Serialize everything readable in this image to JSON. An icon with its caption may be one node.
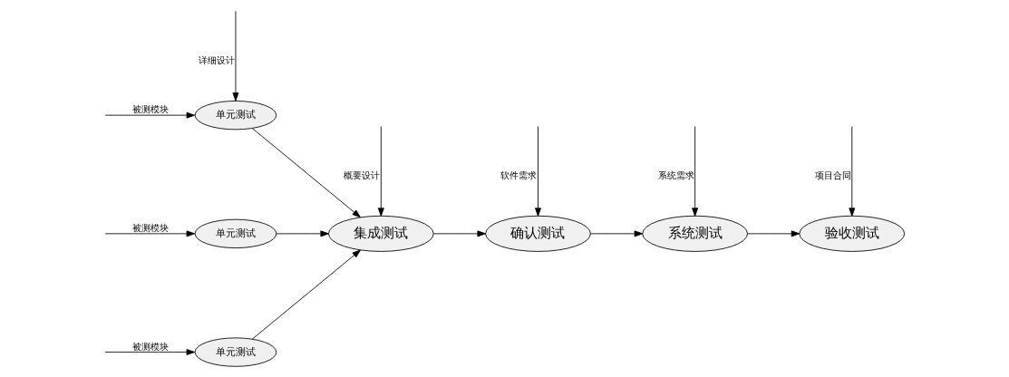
{
  "diagram": {
    "nodes": [
      {
        "text": [
          "单元测试"
        ]
      },
      {
        "text": [
          "单元测试"
        ]
      },
      {
        "text": [
          "单元测试"
        ]
      },
      {
        "text": [
          "集成测试"
        ]
      },
      {
        "text": [
          "确认测试"
        ]
      },
      {
        "text": [
          "系统测试"
        ]
      },
      {
        "text": [
          "验收测试"
        ]
      }
    ],
    "edges": [
      {
        "from": null,
        "to": 0,
        "arrow": "to",
        "label": "详细设计"
      },
      {
        "from": null,
        "to": 0,
        "arrow": "to",
        "label": "被测模块"
      },
      {
        "from": null,
        "to": 1,
        "arrow": "to",
        "label": "被测模块"
      },
      {
        "from": null,
        "to": 2,
        "arrow": "to",
        "label": "被测模块"
      },
      {
        "from": 0,
        "to": 3,
        "arrow": "to"
      },
      {
        "from": 1,
        "to": 3,
        "arrow": "to"
      },
      {
        "from": 2,
        "to": 3,
        "arrow": "to"
      },
      {
        "from": null,
        "to": 3,
        "arrow": "to",
        "label": "概要设计"
      },
      {
        "from": 3,
        "to": 4,
        "arrow": "to"
      },
      {
        "from": null,
        "to": 4,
        "arrow": "to",
        "label": "软件需求"
      },
      {
        "from": 4,
        "to": 5,
        "arrow": "to"
      },
      {
        "from": null,
        "to": 5,
        "arrow": "to",
        "label": "系统需求"
      },
      {
        "from": 5,
        "to": 6,
        "arrow": "to"
      },
      {
        "from": null,
        "to": 6,
        "arrow": "to",
        "label": "项目合同"
      }
    ]
  }
}
